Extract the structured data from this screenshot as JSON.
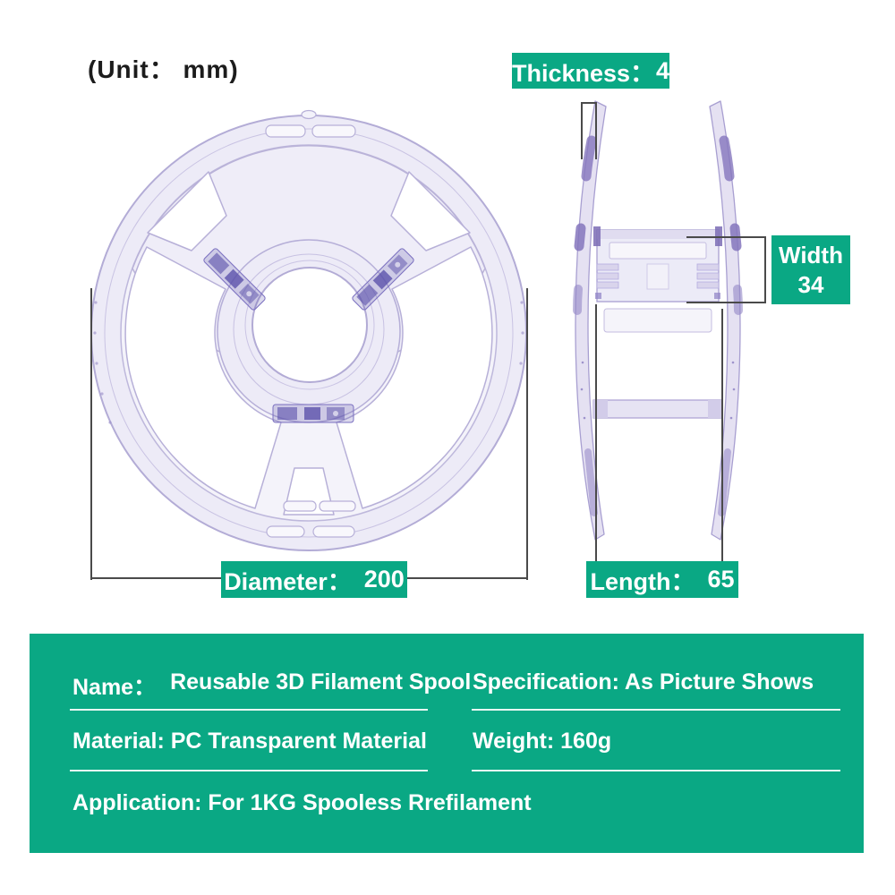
{
  "unit_note": "(Unit： mm)",
  "dimensions": {
    "thickness_label": "Thickness：",
    "thickness_value": "4",
    "width_label": "Width",
    "width_value": "34",
    "diameter_label": "Diameter：",
    "diameter_value": "200",
    "length_label": "Length：",
    "length_value": "65"
  },
  "specs": {
    "name_label": "Name：",
    "name_value": "Reusable 3D Filament Spool",
    "specification": "Specification: As Picture Shows",
    "material": "Material: PC Transparent Material",
    "weight": "Weight: 160g",
    "application": "Application: For 1KG Spooless Rrefilament"
  },
  "colors": {
    "accent_green": "#0aa884",
    "spool_tint": "#b3acd6",
    "clip_purple": "#7b6cb5",
    "measure_line": "#4a4a4a"
  }
}
